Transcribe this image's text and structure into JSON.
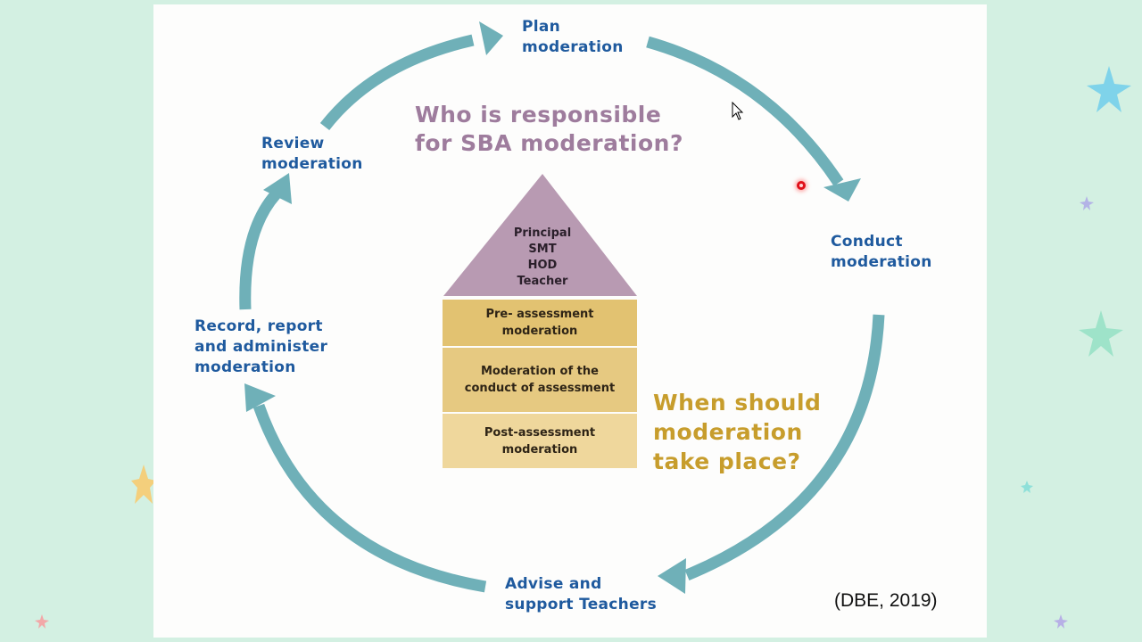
{
  "diagram": {
    "cycle_steps": [
      {
        "label": "Plan\nmoderation"
      },
      {
        "label": "Conduct\nmoderation"
      },
      {
        "label": "Advise and\nsupport Teachers"
      },
      {
        "label": "Record, report\nand administer\nmoderation"
      },
      {
        "label": "Review\nmoderation"
      }
    ],
    "question_responsible": "Who is responsible\nfor SBA moderation?",
    "question_when": "When should\nmoderation\ntake place?",
    "roles": "Principal\nSMT\nHOD\nTeacher",
    "stages": [
      {
        "label": "Pre- assessment\nmoderation"
      },
      {
        "label": "Moderation of the\nconduct of assessment"
      },
      {
        "label": "Post-assessment\nmoderation"
      }
    ],
    "citation": "(DBE, 2019)"
  },
  "colors": {
    "page_background": "#d3f0e2",
    "slide_background": "#fdfdfc",
    "arrow": "#6fb0b8",
    "step_label": "#1f5a9e",
    "question_responsible": "#9e7c9d",
    "question_when": "#c79d2c",
    "triangle": "#b89ab2",
    "stage_top": "#e2c271",
    "stage_middle": "#e6c981",
    "stage_bottom": "#efd79c",
    "pointer": "#e0101a"
  },
  "icons": [
    "mouse-cursor-icon",
    "laser-pointer-dot",
    "star-decoration-icon"
  ]
}
